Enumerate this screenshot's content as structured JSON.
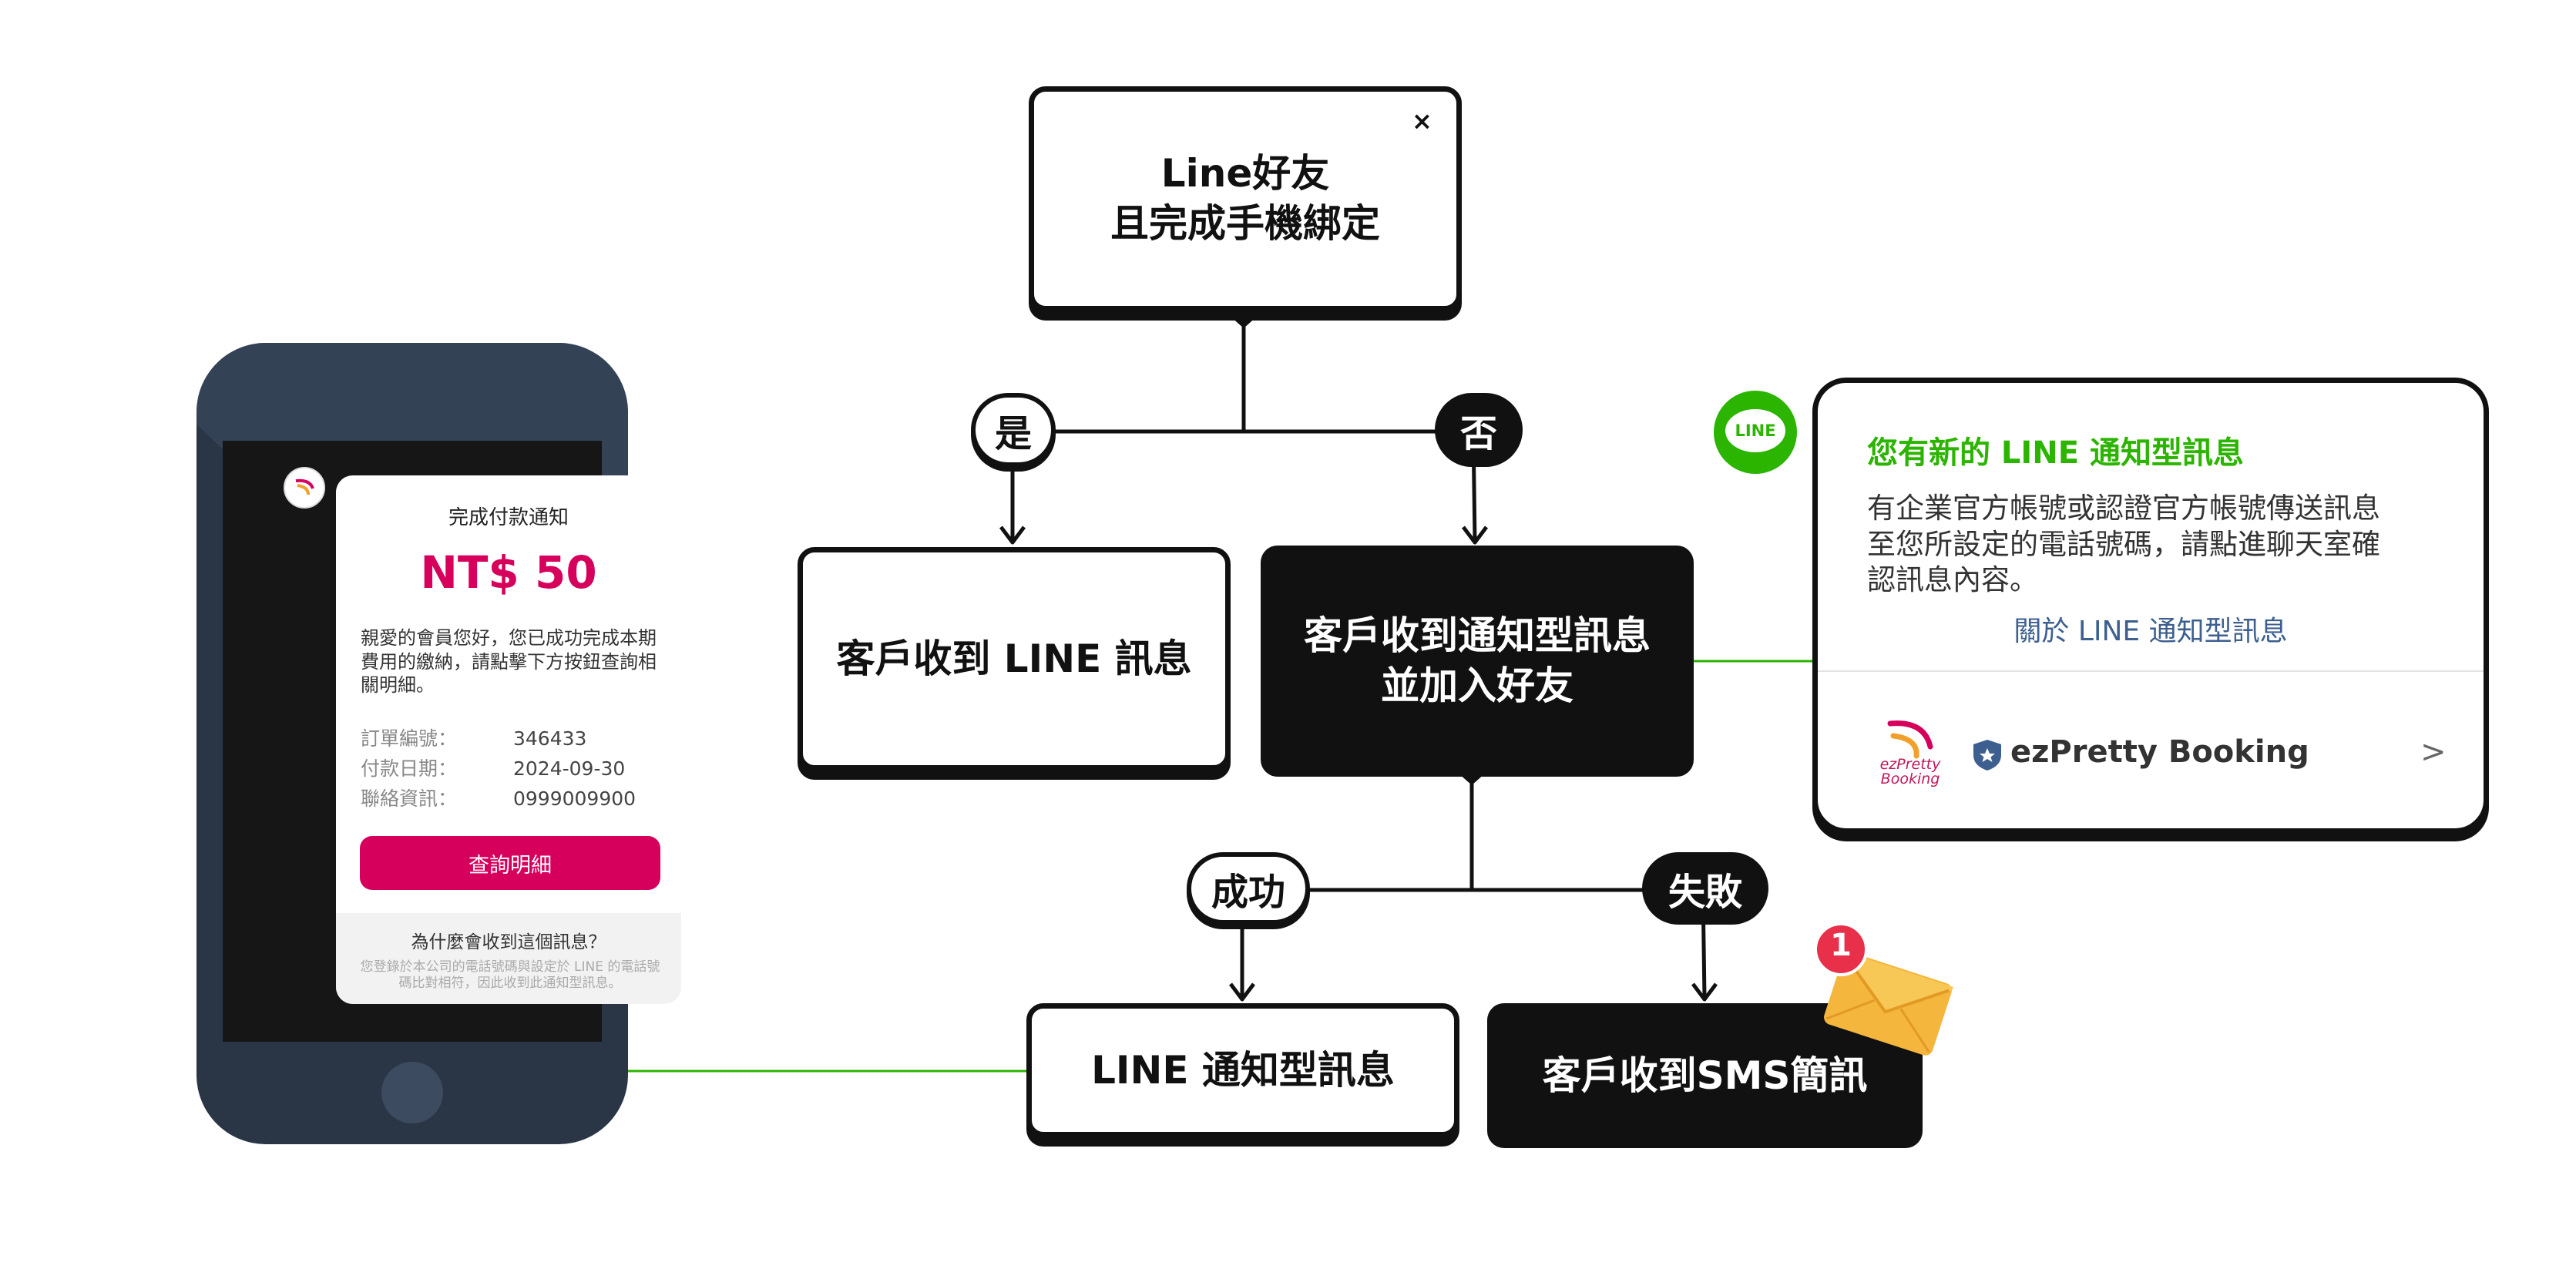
{
  "flow": {
    "start_box": "Line好友\n且完成手機綁定",
    "start_close_icon": "×",
    "yes_label": "是",
    "no_label": "否",
    "yes_result": "客戶收到 LINE 訊息",
    "no_result": "客戶收到通知型訊息\n並加入好友",
    "success_label": "成功",
    "fail_label": "失敗",
    "success_result": "LINE 通知型訊息",
    "fail_result": "客戶收到SMS簡訊",
    "envelope_badge": "1"
  },
  "phone_card": {
    "title": "完成付款通知",
    "amount": "NT$ 50",
    "message": "親愛的會員您好，您已成功完成本期費用的繳納，請點擊下方按鈕查詢相關明細。",
    "rows": [
      {
        "label": "訂單編號：",
        "value": "346433"
      },
      {
        "label": "付款日期：",
        "value": "2024-09-30"
      },
      {
        "label": "聯絡資訊：",
        "value": "0999009900"
      }
    ],
    "button": "查詢明細",
    "footer_title": "為什麼會收到這個訊息？",
    "footer_text": "您登錄於本公司的電話號碼與設定於 LINE 的電話號碼比對相符，因此收到此通知型訊息。"
  },
  "popup": {
    "line_logo_text": "LINE",
    "title": "您有新的 LINE 通知型訊息",
    "body": "有企業官方帳號或認證官方帳號傳送訊息\n至您所設定的電話號碼，請點進聊天室確\n認訊息內容。",
    "link": "關於 LINE 通知型訊息",
    "brand_logo_text": "ezPretty\nBooking",
    "brand_name": "ezPretty Booking",
    "chevron": ">"
  },
  "colors": {
    "line_green": "#2bb400",
    "amount_pink": "#d6005c",
    "link_blue": "#3c5f8f",
    "phone_body": "#2a3646"
  }
}
